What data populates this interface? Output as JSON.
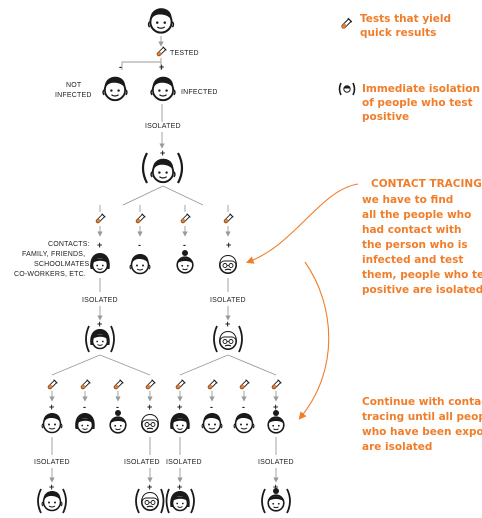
{
  "labels": {
    "tested": "TESTED",
    "not_infected_line1": "NOT",
    "not_infected_line2": "INFECTED",
    "infected": "INFECTED",
    "isolated": "ISOLATED",
    "contacts_line1": "CONTACTS:",
    "contacts_line2": "FAMILY, FRIENDS,",
    "contacts_line3": "SCHOOLMATES,",
    "contacts_line4": "CO-WORKERS, ETC.",
    "plus": "+",
    "minus": "-"
  },
  "legend": {
    "tests_line1": "Tests that yield",
    "tests_line2": "quick results",
    "isolation_line1": "Immediate isolation",
    "isolation_line2": "of people who test",
    "isolation_line3": "positive"
  },
  "notes": {
    "tracing_line1": "CONTACT TRACING:",
    "tracing_line2": "we have to find",
    "tracing_line3": "all the people who",
    "tracing_line4": "had contact with",
    "tracing_line5": "the person who is",
    "tracing_line6": "infected and test",
    "tracing_line7": "them, people who test",
    "tracing_line8": "positive are isolated",
    "continue_line1": "Continue with contact",
    "continue_line2": "tracing until all people",
    "continue_line3": "who have been exposed",
    "continue_line4": "are isolated"
  },
  "colors": {
    "accent": "#f07d2a",
    "ink": "#1a1a1a",
    "connector": "#9a9a9a"
  },
  "icons": [
    "face-icon",
    "test-tube-icon",
    "isolation-bracket-icon",
    "arrow-icon"
  ]
}
